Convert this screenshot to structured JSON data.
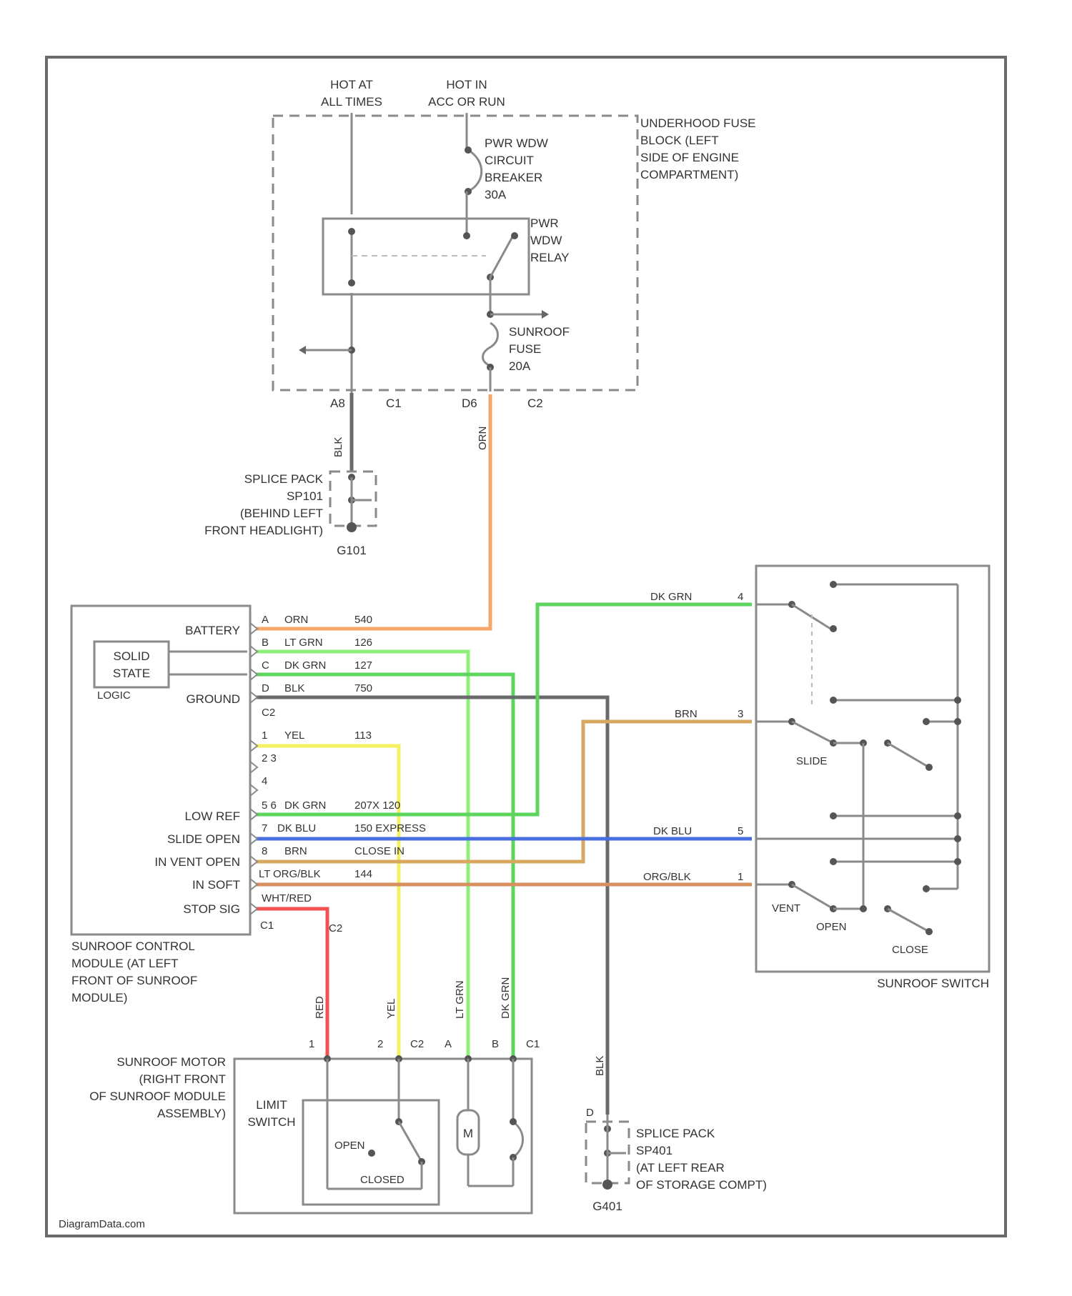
{
  "title": "",
  "source": {
    "hot_at_all_times": [
      "HOT AT",
      "ALL TIMES"
    ],
    "hot_in_acc_or_run": [
      "HOT IN",
      "ACC OR RUN"
    ]
  },
  "fuse_block": {
    "label": [
      "UNDERHOOD FUSE",
      "BLOCK (LEFT",
      "SIDE OF ENGINE",
      "COMPARTMENT)"
    ],
    "breaker": [
      "PWR WDW",
      "CIRCUIT",
      "BREAKER",
      "30A"
    ],
    "relay": [
      "PWR",
      "WDW",
      "RELAY"
    ],
    "sunroof_fuse": [
      "SUNROOF",
      "FUSE",
      "20A"
    ],
    "pins": [
      "A8",
      "C1",
      "D6",
      "C2"
    ]
  },
  "top_wires": {
    "blk": "BLK",
    "orn": "ORN"
  },
  "splice_sp101": {
    "label": [
      "SPLICE PACK",
      "SP101",
      "(BEHIND LEFT",
      "FRONT HEADLIGHT)"
    ],
    "ground": "G101"
  },
  "module": {
    "inner": [
      "SOLID",
      "STATE"
    ],
    "logic": "LOGIC",
    "pin_labels": [
      "BATTERY",
      "GROUND",
      "LOW REF",
      "SLIDE OPEN",
      "IN VENT OPEN",
      "IN SOFT",
      "STOP SIG"
    ],
    "c2": "C2",
    "c1": "C1",
    "c2b": "C2",
    "label": [
      "SUNROOF CONTROL",
      "MODULE (AT LEFT",
      "FRONT OF SUNROOF",
      "MODULE)"
    ]
  },
  "harness": [
    {
      "pin": "A",
      "color": "ORN",
      "circuit": "540"
    },
    {
      "pin": "B",
      "color": "LT GRN",
      "circuit": "126"
    },
    {
      "pin": "C",
      "color": "DK GRN",
      "circuit": "127"
    },
    {
      "pin": "D",
      "color": "BLK",
      "circuit": "750"
    },
    {
      "pin": "1",
      "color": "YEL",
      "circuit": "113"
    },
    {
      "pin": "2 3",
      "color": "",
      "circuit": ""
    },
    {
      "pin": "4",
      "color": "",
      "circuit": ""
    },
    {
      "pin": "5 6",
      "color": "DK GRN",
      "circuit": "207X 120"
    },
    {
      "pin": "7",
      "color": "DK BLU",
      "circuit": "150 EXPRESS"
    },
    {
      "pin": "8",
      "color": "BRN",
      "circuit": "CLOSE IN"
    },
    {
      "pin": "LT",
      "color": "ORG/BLK",
      "circuit": "144"
    },
    {
      "pin": "",
      "color": "WHT/RED",
      "circuit": ""
    }
  ],
  "switch": {
    "label": "SUNROOF SWITCH",
    "wire_labels": [
      "DK GRN",
      "BRN",
      "DK BLU",
      "ORG/BLK"
    ],
    "pins": [
      "4",
      "3",
      "5",
      "1"
    ],
    "positions": [
      "SLIDE",
      "VENT",
      "OPEN",
      "CLOSE"
    ]
  },
  "motor_wires": [
    "RED",
    "YEL",
    "LT GRN",
    "DK GRN"
  ],
  "motor": {
    "pins": [
      "1",
      "2",
      "C2",
      "A",
      "B",
      "C1"
    ],
    "label": [
      "SUNROOF MOTOR",
      "(RIGHT FRONT",
      "OF SUNROOF MODULE",
      "ASSEMBLY)"
    ],
    "limit_switch": [
      "LIMIT",
      "SWITCH"
    ],
    "open": "OPEN",
    "closed": "CLOSED",
    "motor_symbol": "M"
  },
  "ground_wire": "BLK",
  "splice_sp401": {
    "pin": "D",
    "label": [
      "SPLICE PACK",
      "SP401",
      "(AT LEFT REAR",
      "OF STORAGE COMPT)"
    ],
    "ground": "G401"
  },
  "watermark": "DiagramData.com",
  "colors": {
    "orn": "#f5a76a",
    "ltgrn": "#8ef07a",
    "dkgrn": "#5ed65e",
    "blk": "#6a6a6a",
    "yel": "#f4f060",
    "dkblu": "#4a6ee0",
    "brn": "#d8a860",
    "orgblk": "#d89060",
    "red": "#f05050"
  }
}
